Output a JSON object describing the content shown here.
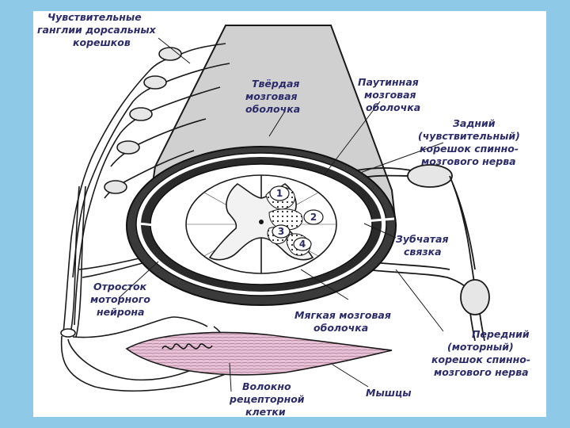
{
  "labels": {
    "ganglia": [
      "Чувствительные",
      "ганглии дорсальных",
      "корешков"
    ],
    "dura": [
      "Твёрдая",
      "мозговая",
      "оболочка"
    ],
    "arachnoid": [
      "Паутинная",
      "мозговая",
      "оболочка"
    ],
    "posterior_root": [
      "Задний",
      "(чувствительный)",
      "корешок спинно-",
      "мозгового нерва"
    ],
    "dentate": [
      "Зубчатая",
      "связка"
    ],
    "motor_process": [
      "Отросток",
      "моторного",
      "нейрона"
    ],
    "pia": [
      "Мягкая мозговая",
      "оболочка"
    ],
    "anterior_root": [
      "Передний",
      "(моторный)",
      "корешок спинно-",
      "мозгового нерва"
    ],
    "fiber": [
      "Волокно",
      "рецепторной",
      "клетки"
    ],
    "muscles": [
      "Мышцы"
    ]
  },
  "numbers": [
    "1",
    "2",
    "3",
    "4"
  ],
  "colors": {
    "background": "#8ec9e8",
    "slide": "#ffffff",
    "dura": "#d0d0d0",
    "ink": "#1a1a1a",
    "membrane": "#3a3a3a",
    "muscle": "#e8c2d6",
    "label": "#2b2b6a"
  }
}
